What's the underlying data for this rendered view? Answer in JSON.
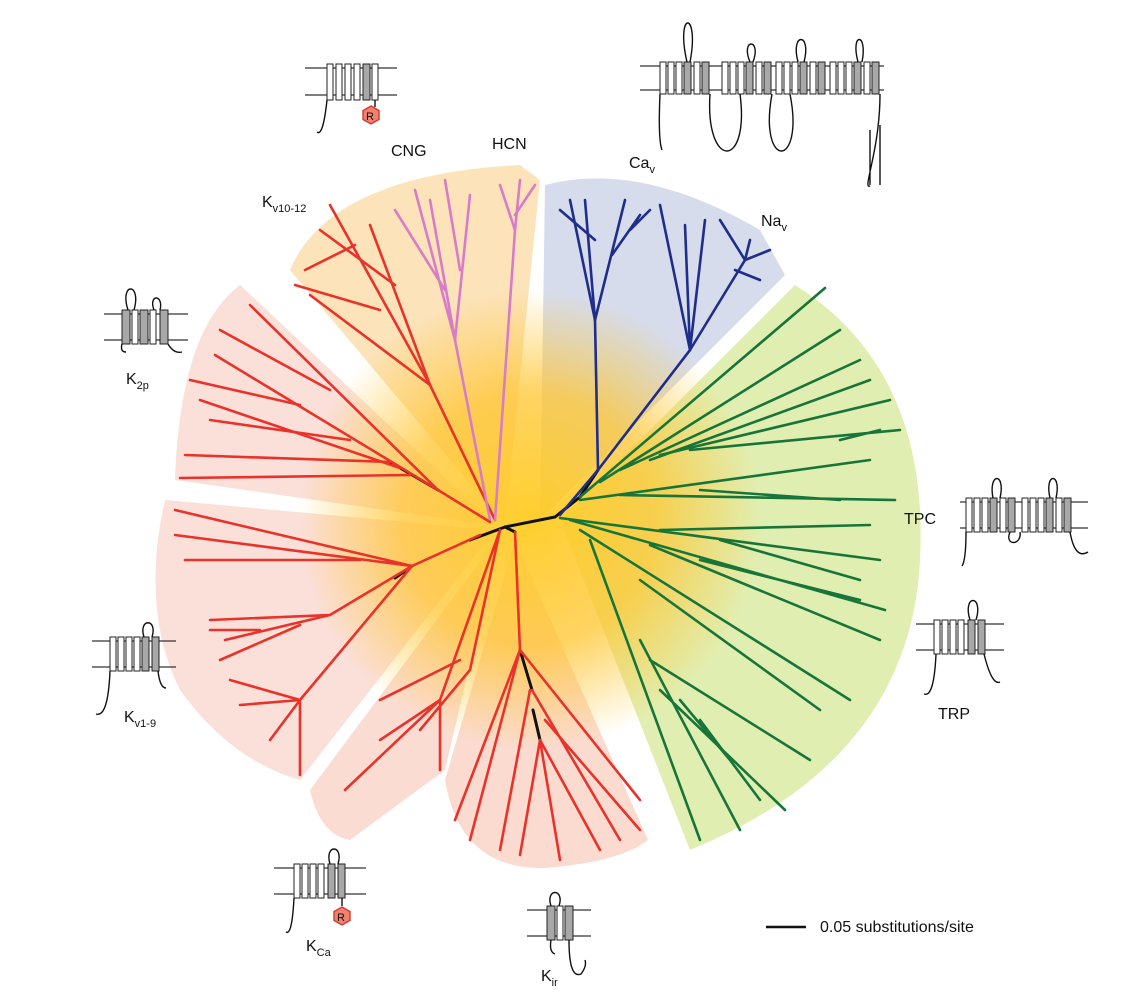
{
  "labels": {
    "cng": "CNG",
    "hcn": "HCN",
    "cav": {
      "main": "Ca",
      "sub": "v"
    },
    "nav": {
      "main": "Na",
      "sub": "v"
    },
    "kv10": {
      "main": "K",
      "sub": "v10-12"
    },
    "k2p": {
      "main": "K",
      "sub": "2p"
    },
    "kv1": {
      "main": "K",
      "sub": "v1-9"
    },
    "kca": {
      "main": "K",
      "sub": "Ca"
    },
    "kir": {
      "main": "K",
      "sub": "ir"
    },
    "tpc": "TPC",
    "trp": "TRP"
  },
  "ligand_symbol": "R",
  "scale_bar": {
    "label": "0.05 substitutions/site"
  },
  "colors": {
    "potassium": "#e8322a",
    "cng": "#d97cc8",
    "sodium_calcium": "#1f2e8a",
    "trp_tpc": "#17753a",
    "internal": "#111111",
    "core_glow": "#ffce2e",
    "ligand_fill": "#f08070",
    "ligand_stroke": "#d23a2a"
  }
}
